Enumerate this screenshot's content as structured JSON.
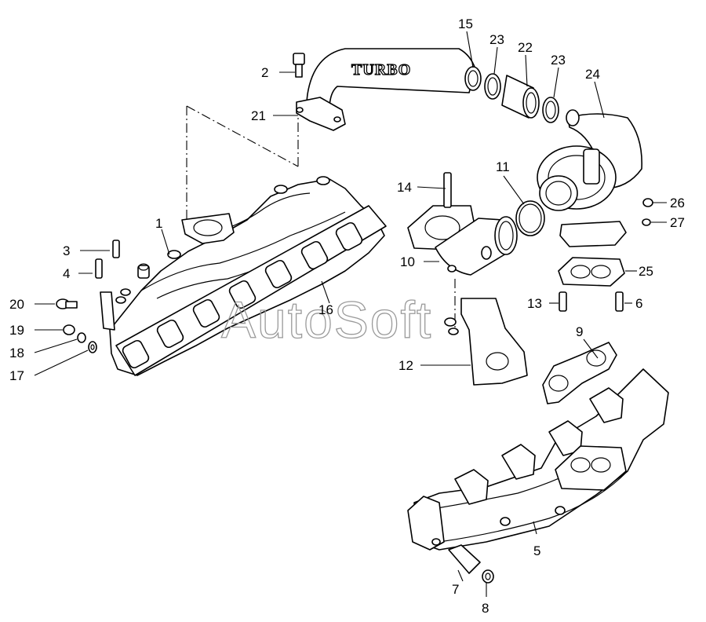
{
  "diagram": {
    "logo_text": "TURBO",
    "watermark": "AutoSoft",
    "callouts": {
      "c1": "1",
      "c2": "2",
      "c3": "3",
      "c4": "4",
      "c5": "5",
      "c6": "6",
      "c7": "7",
      "c8": "8",
      "c9": "9",
      "c10": "10",
      "c11": "11",
      "c12": "12",
      "c13": "13",
      "c14": "14",
      "c15": "15",
      "c16": "16",
      "c17": "17",
      "c18": "18",
      "c19": "19",
      "c20": "20",
      "c21": "21",
      "c22": "22",
      "c23a": "23",
      "c23b": "23",
      "c24": "24",
      "c25": "25",
      "c26": "26",
      "c27": "27"
    }
  }
}
